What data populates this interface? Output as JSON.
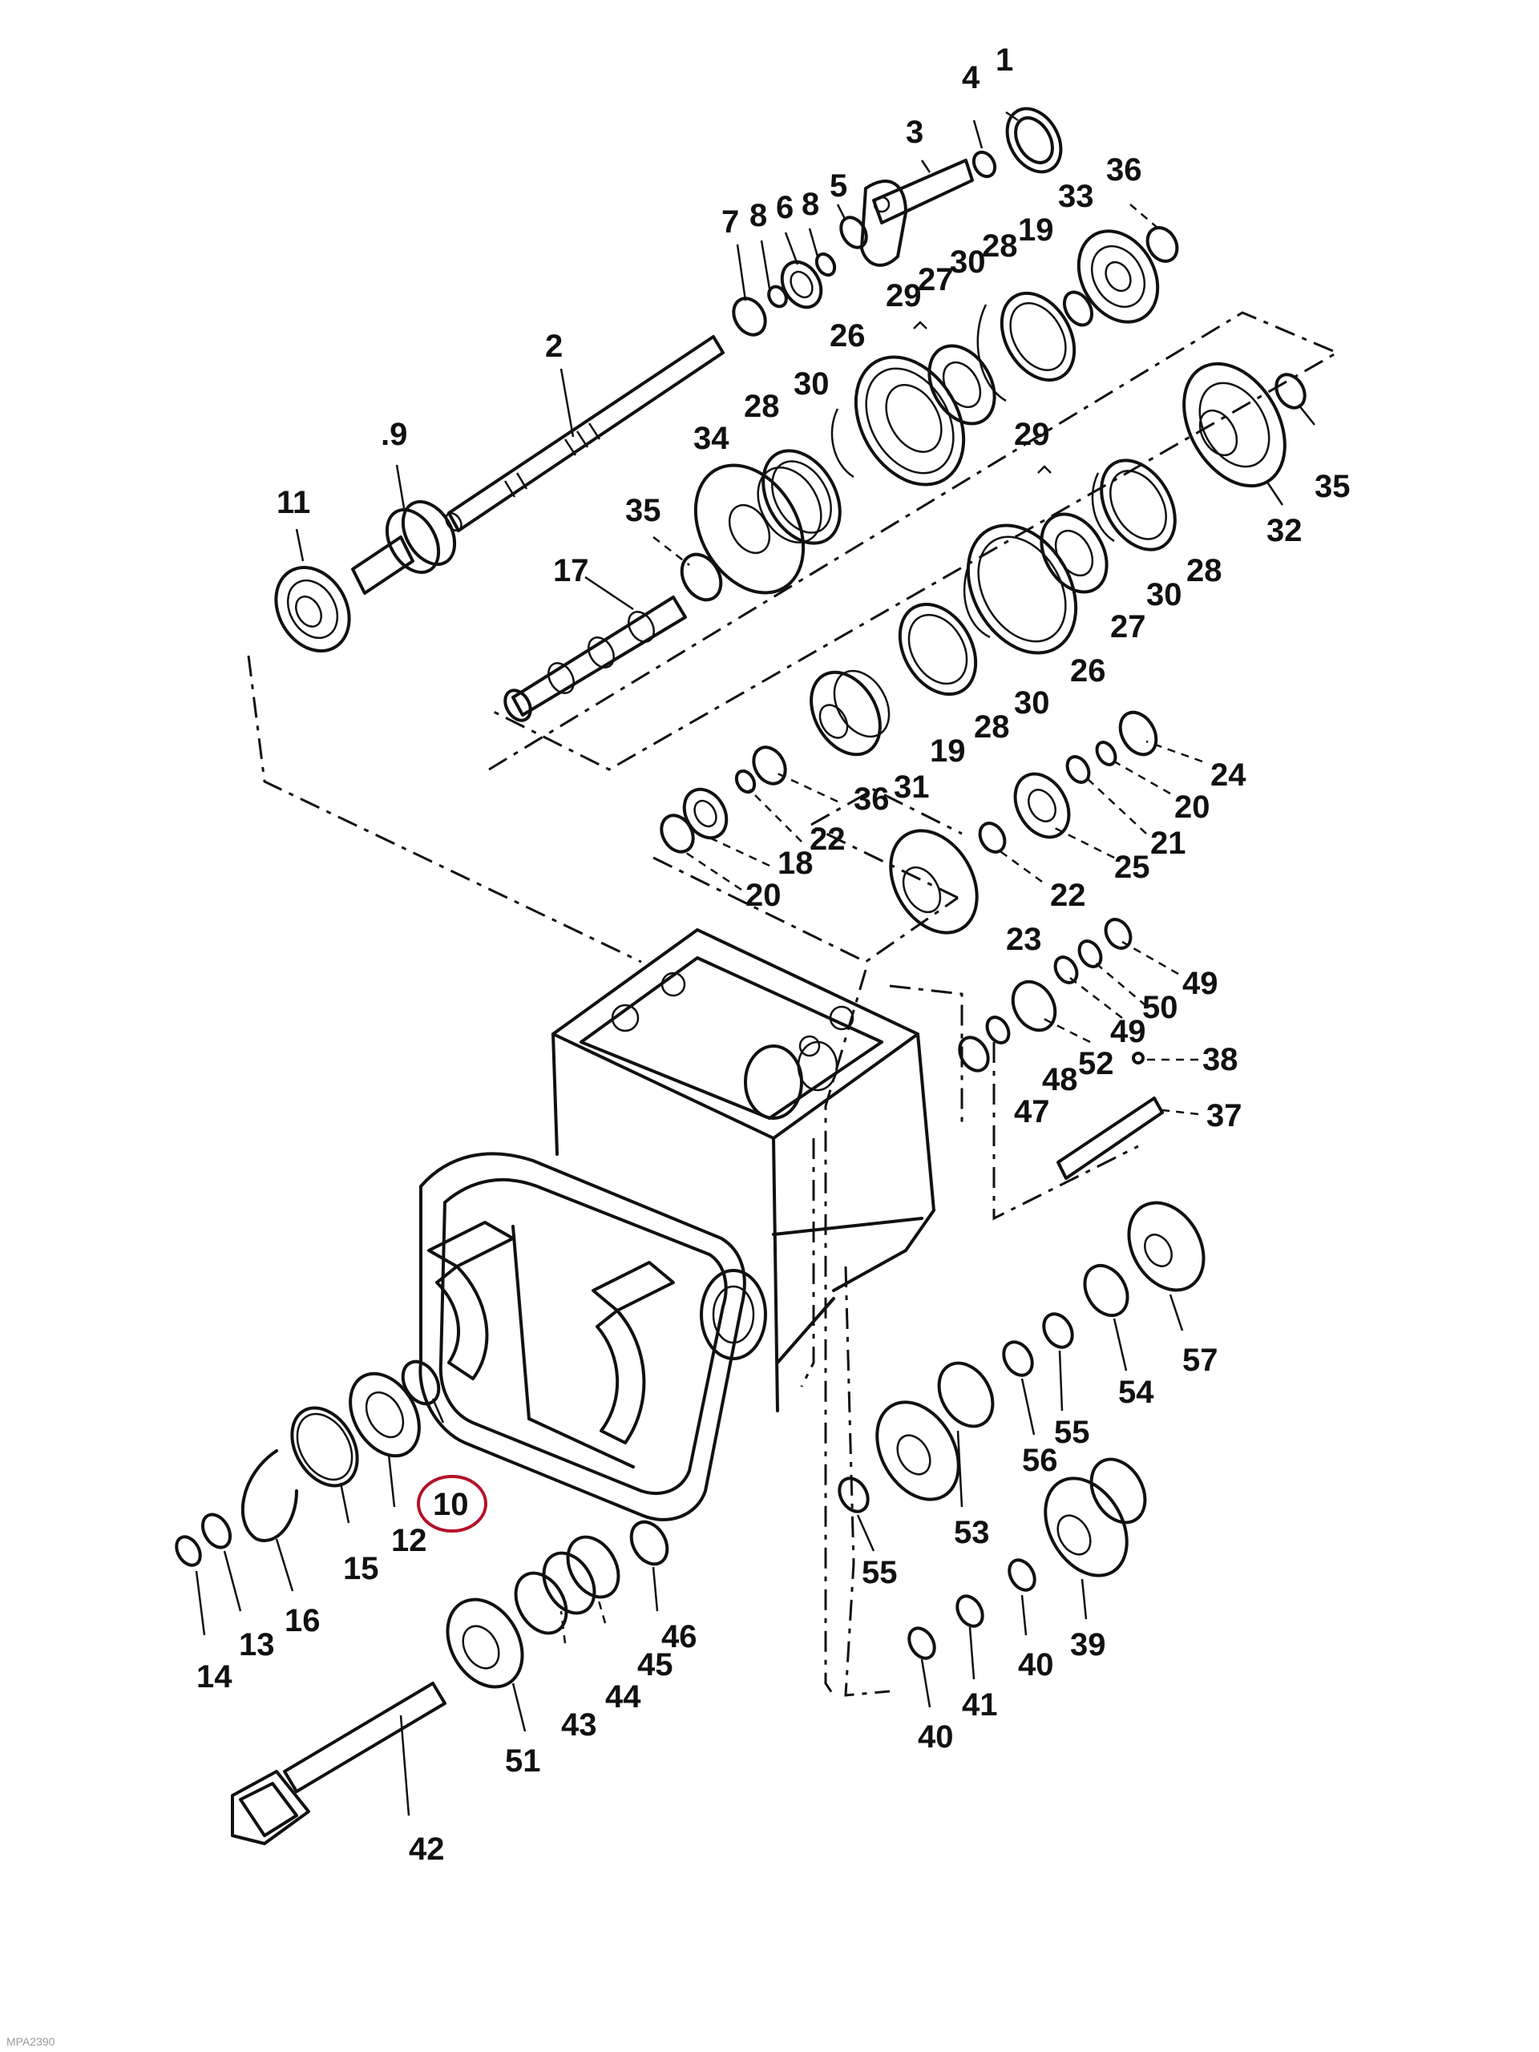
{
  "diagram": {
    "highlighted_part": "10",
    "highlight_color": "#b3122a",
    "ink_color": "#111111",
    "footer_code": "MPA2390",
    "labels": [
      {
        "id": "l1",
        "text": "1"
      },
      {
        "id": "l4",
        "text": "4"
      },
      {
        "id": "l3",
        "text": "3"
      },
      {
        "id": "l36a",
        "text": "36"
      },
      {
        "id": "l7",
        "text": "7"
      },
      {
        "id": "l8a",
        "text": "8"
      },
      {
        "id": "l6",
        "text": "6"
      },
      {
        "id": "l8b",
        "text": "8"
      },
      {
        "id": "l5",
        "text": "5"
      },
      {
        "id": "l33",
        "text": "33"
      },
      {
        "id": "l19a",
        "text": "19"
      },
      {
        "id": "l28a",
        "text": "28"
      },
      {
        "id": "l30a",
        "text": "30"
      },
      {
        "id": "l27a",
        "text": "27"
      },
      {
        "id": "l29a",
        "text": "29"
      },
      {
        "id": "l2",
        "text": "2"
      },
      {
        "id": "l26a",
        "text": "26"
      },
      {
        "id": "l30b",
        "text": "30"
      },
      {
        "id": "l28b",
        "text": "28"
      },
      {
        "id": "l34",
        "text": "34"
      },
      {
        "id": "l29b",
        "text": "29"
      },
      {
        "id": "l9",
        "text": ".9"
      },
      {
        "id": "l11",
        "text": "11"
      },
      {
        "id": "l35a",
        "text": "35"
      },
      {
        "id": "l35b",
        "text": "35"
      },
      {
        "id": "l32",
        "text": "32"
      },
      {
        "id": "l17",
        "text": "17"
      },
      {
        "id": "l28c",
        "text": "28"
      },
      {
        "id": "l30c",
        "text": "30"
      },
      {
        "id": "l27b",
        "text": "27"
      },
      {
        "id": "l26b",
        "text": "26"
      },
      {
        "id": "l30d",
        "text": "30"
      },
      {
        "id": "l28d",
        "text": "28"
      },
      {
        "id": "l19b",
        "text": "19"
      },
      {
        "id": "l31",
        "text": "31"
      },
      {
        "id": "l36b",
        "text": "36"
      },
      {
        "id": "l24",
        "text": "24"
      },
      {
        "id": "l20a",
        "text": "20"
      },
      {
        "id": "l21",
        "text": "21"
      },
      {
        "id": "l22a",
        "text": "22"
      },
      {
        "id": "l18",
        "text": "18"
      },
      {
        "id": "l20b",
        "text": "20"
      },
      {
        "id": "l25",
        "text": "25"
      },
      {
        "id": "l22b",
        "text": "22"
      },
      {
        "id": "l23",
        "text": "23"
      },
      {
        "id": "l49a",
        "text": "49"
      },
      {
        "id": "l50",
        "text": "50"
      },
      {
        "id": "l49b",
        "text": "49"
      },
      {
        "id": "l52",
        "text": "52"
      },
      {
        "id": "l48",
        "text": "48"
      },
      {
        "id": "l47",
        "text": "47"
      },
      {
        "id": "l38",
        "text": "38"
      },
      {
        "id": "l37",
        "text": "37"
      },
      {
        "id": "l57",
        "text": "57"
      },
      {
        "id": "l54",
        "text": "54"
      },
      {
        "id": "l55a",
        "text": "55"
      },
      {
        "id": "l56",
        "text": "56"
      },
      {
        "id": "l53",
        "text": "53"
      },
      {
        "id": "l55b",
        "text": "55"
      },
      {
        "id": "l10",
        "text": "10"
      },
      {
        "id": "l12",
        "text": "12"
      },
      {
        "id": "l15",
        "text": "15"
      },
      {
        "id": "l16",
        "text": "16"
      },
      {
        "id": "l13",
        "text": "13"
      },
      {
        "id": "l14",
        "text": "14"
      },
      {
        "id": "l46",
        "text": "46"
      },
      {
        "id": "l45",
        "text": "45"
      },
      {
        "id": "l44",
        "text": "44"
      },
      {
        "id": "l43",
        "text": "43"
      },
      {
        "id": "l51",
        "text": "51"
      },
      {
        "id": "l42",
        "text": "42"
      },
      {
        "id": "l39",
        "text": "39"
      },
      {
        "id": "l40a",
        "text": "40"
      },
      {
        "id": "l41",
        "text": "41"
      },
      {
        "id": "l40b",
        "text": "40"
      }
    ]
  }
}
